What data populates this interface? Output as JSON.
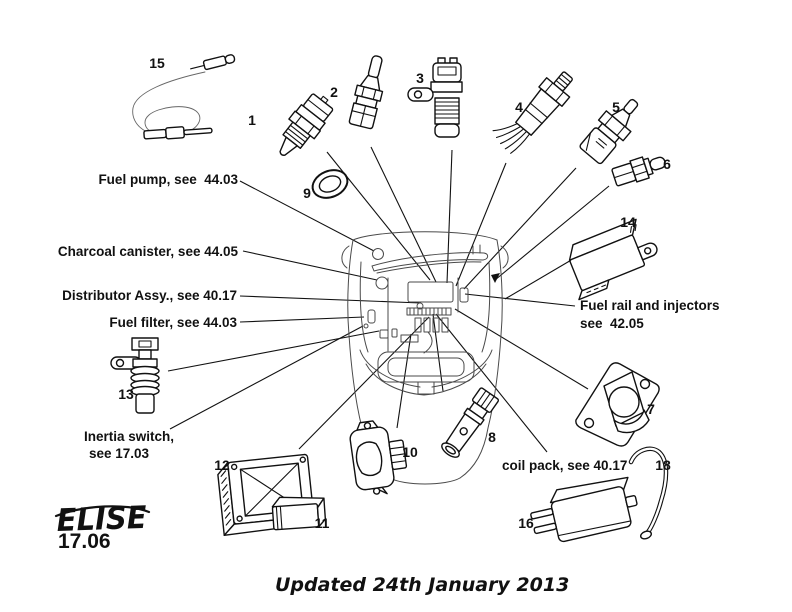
{
  "page": {
    "brand": "ELISE",
    "section": "17.06",
    "footer_note": "Updated 24th January 2013"
  },
  "labels": {
    "fuel_pump": "Fuel pump, see  44.03",
    "charcoal_canister": "Charcoal canister, see 44.05",
    "distributor": "Distributor Assy., see 40.17",
    "fuel_filter": "Fuel filter, see 44.03",
    "inertia_switch_line1": "Inertia switch,",
    "inertia_switch_line2": "see 17.03",
    "fuel_rail_line1": "Fuel rail and injectors",
    "fuel_rail_line2": "see  42.05",
    "coil_pack": "coil pack, see 40.17"
  },
  "callouts": {
    "n1": "1",
    "n2": "2",
    "n3": "3",
    "n4": "4",
    "n5": "5",
    "n6": "6",
    "n7": "7",
    "n8": "8",
    "n9": "9",
    "n10": "10",
    "n11": "11",
    "n12": "12",
    "n13": "13",
    "n14": "14",
    "n15": "15",
    "n16": "16",
    "n18": "18"
  },
  "colors": {
    "ink": "#111111",
    "background": "#ffffff"
  }
}
